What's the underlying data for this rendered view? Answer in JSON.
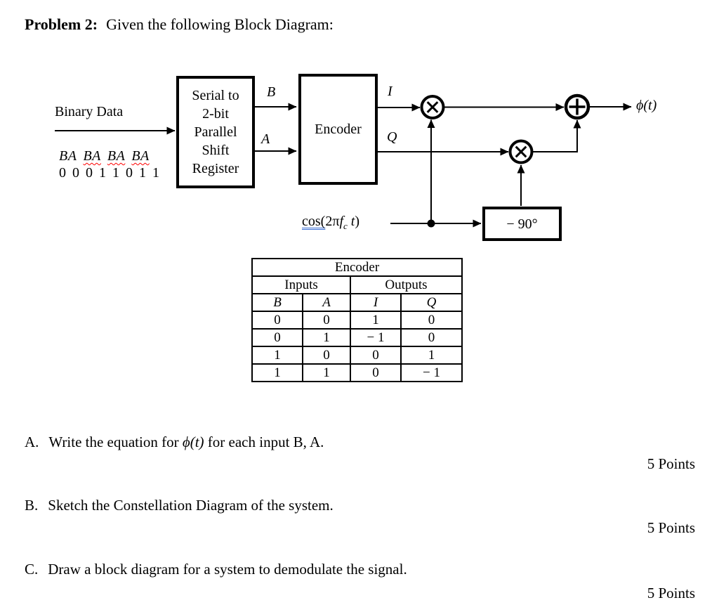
{
  "colors": {
    "squiggle": "#ff0000",
    "grammar_underline": "#3b6fd4"
  },
  "title": {
    "bold": "Problem 2:",
    "rest": "Given the following Block Diagram:"
  },
  "diagram": {
    "binary_data_label": "Binary Data",
    "pairs": [
      {
        "text": "BA",
        "misspelled": false
      },
      {
        "text": "BA",
        "misspelled": true
      },
      {
        "text": "BA",
        "misspelled": true
      },
      {
        "text": "BA",
        "misspelled": true
      }
    ],
    "bit_sequence": "0 0 0 1 1 0 1 1",
    "shift_register": {
      "lines": [
        "Serial to",
        "2-bit",
        "Parallel",
        "Shift",
        "Register"
      ]
    },
    "encoder_label": "Encoder",
    "b_label": "B",
    "a_label": "A",
    "i_label": "I",
    "q_label": "Q",
    "carrier": {
      "underlined": "cos(",
      "mid": "2π",
      "f": "f",
      "sub": "c",
      "t": " t",
      "close": ")"
    },
    "phase_box_label": "− 90°",
    "output_label": "ϕ(t)"
  },
  "encoder_table": {
    "title": "Encoder",
    "inputs_header": "Inputs",
    "outputs_header": "Outputs",
    "columns": [
      "B",
      "A",
      "I",
      "Q"
    ],
    "rows": [
      [
        "0",
        "0",
        "1",
        "0"
      ],
      [
        "0",
        "1",
        "− 1",
        "0"
      ],
      [
        "1",
        "0",
        "0",
        "1"
      ],
      [
        "1",
        "1",
        "0",
        "− 1"
      ]
    ]
  },
  "questions": [
    {
      "label": "A.",
      "pre": "Write the equation for ",
      "math": "ϕ(t)",
      "post": " for each input B, A.",
      "points": "5 Points"
    },
    {
      "label": "B.",
      "text": "Sketch the Constellation Diagram of the system.",
      "points": "5 Points"
    },
    {
      "label": "C.",
      "text": "Draw a block diagram for a system to demodulate the signal.",
      "points": "5 Points"
    }
  ]
}
